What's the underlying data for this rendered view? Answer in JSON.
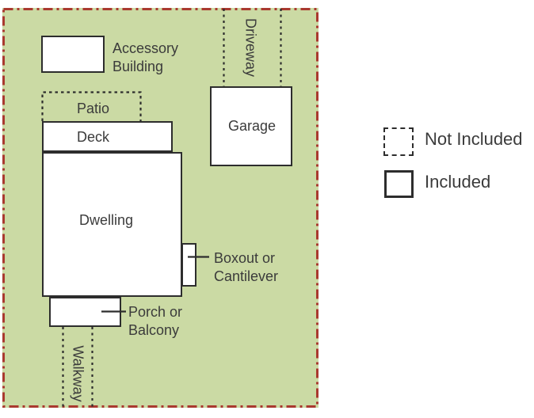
{
  "colors": {
    "site_fill": "#cbdaa4",
    "boundary": "#a9392f",
    "line": "#2d2d2d",
    "text": "#3b3b3b"
  },
  "site": {
    "accessory": {
      "line1": "Accessory",
      "line2": "Building"
    },
    "driveway": {
      "label": "Driveway"
    },
    "garage": {
      "label": "Garage"
    },
    "patio": {
      "label": "Patio"
    },
    "deck": {
      "label": "Deck"
    },
    "dwelling": {
      "label": "Dwelling"
    },
    "boxout": {
      "line1": "Boxout or",
      "line2": "Cantilever"
    },
    "porch": {
      "line1": "Porch or",
      "line2": "Balcony"
    },
    "walkway": {
      "label": "Walkway"
    }
  },
  "legend": {
    "not_included": {
      "label": "Not Included",
      "swatch_style": "dashed"
    },
    "included": {
      "label": "Included",
      "swatch_style": "solid"
    }
  }
}
